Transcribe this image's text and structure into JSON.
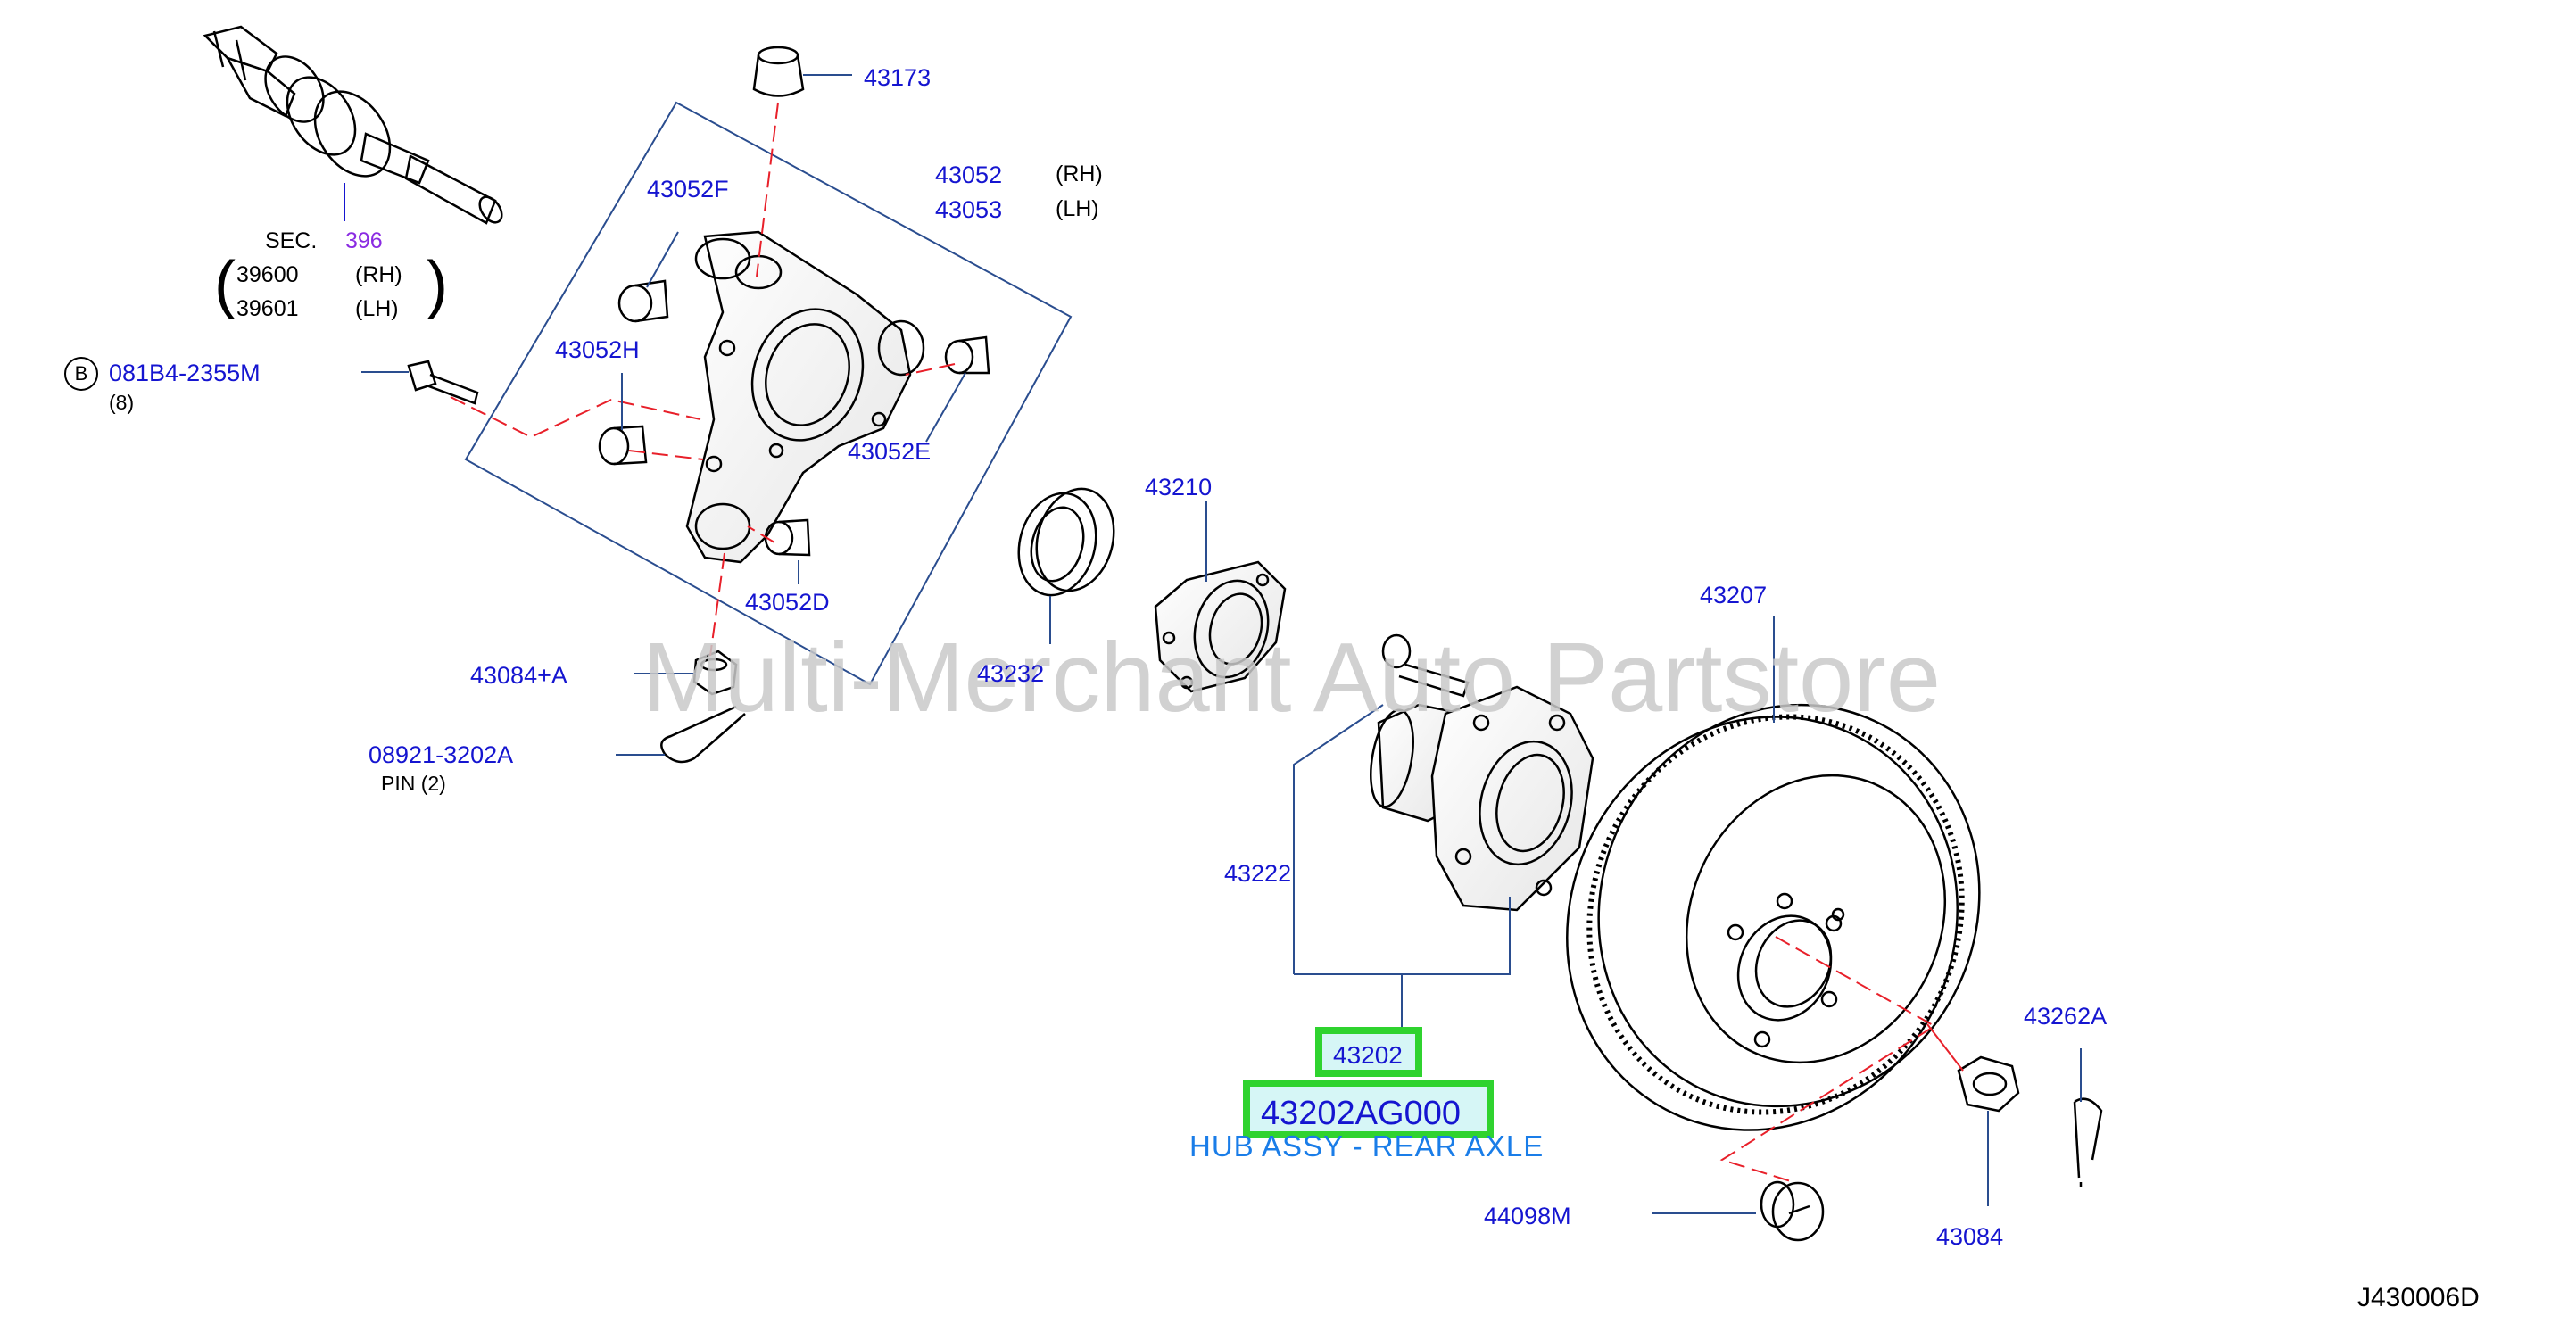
{
  "watermark": "Multi-Merchant Auto Partstore",
  "diagram_code": "J430006D",
  "sec_ref": {
    "prefix": "SEC.",
    "number": "396",
    "rh_part": "39600",
    "rh": "(RH)",
    "lh_part": "39601",
    "lh": "(LH)"
  },
  "bolt": {
    "circle": "B",
    "part": "081B4-2355M",
    "qty": "(8)"
  },
  "knuckle": {
    "rh_part": "43052",
    "rh": "(RH)",
    "lh_part": "43053",
    "lh": "(LH)"
  },
  "labels": {
    "p43173": "43173",
    "p43052F": "43052F",
    "p43052H": "43052H",
    "p43052E": "43052E",
    "p43052D": "43052D",
    "p43084A": "43084+A",
    "p43210": "43210",
    "p43232": "43232",
    "p43207": "43207",
    "p43222": "43222",
    "p43202": "43202",
    "p43262A": "43262A",
    "p44098M": "44098M",
    "p43084": "43084"
  },
  "pin": {
    "part": "08921-3202A",
    "desc": "PIN  (2)"
  },
  "highlight": {
    "part_number": "43202AG000",
    "description": "HUB ASSY - REAR AXLE"
  },
  "colors": {
    "label": "#1515d0",
    "highlight_border": "#2fd32f",
    "highlight_fill": "#d6f6f6",
    "description": "#1a7de8",
    "sec_number": "#8a2be2",
    "dash": "#e8202a"
  }
}
